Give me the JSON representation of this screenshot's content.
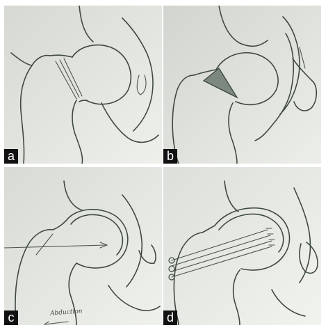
{
  "panels": [
    {
      "label": "a"
    },
    {
      "label": "b"
    },
    {
      "label": "c",
      "annotation": "Abduction"
    },
    {
      "label": "d"
    }
  ],
  "colors": {
    "paper": "#e9ebe6",
    "ink": "#3f4a3f",
    "wedge": "#7c8880",
    "label_bg": "#111111",
    "label_text": "#ffffff"
  }
}
